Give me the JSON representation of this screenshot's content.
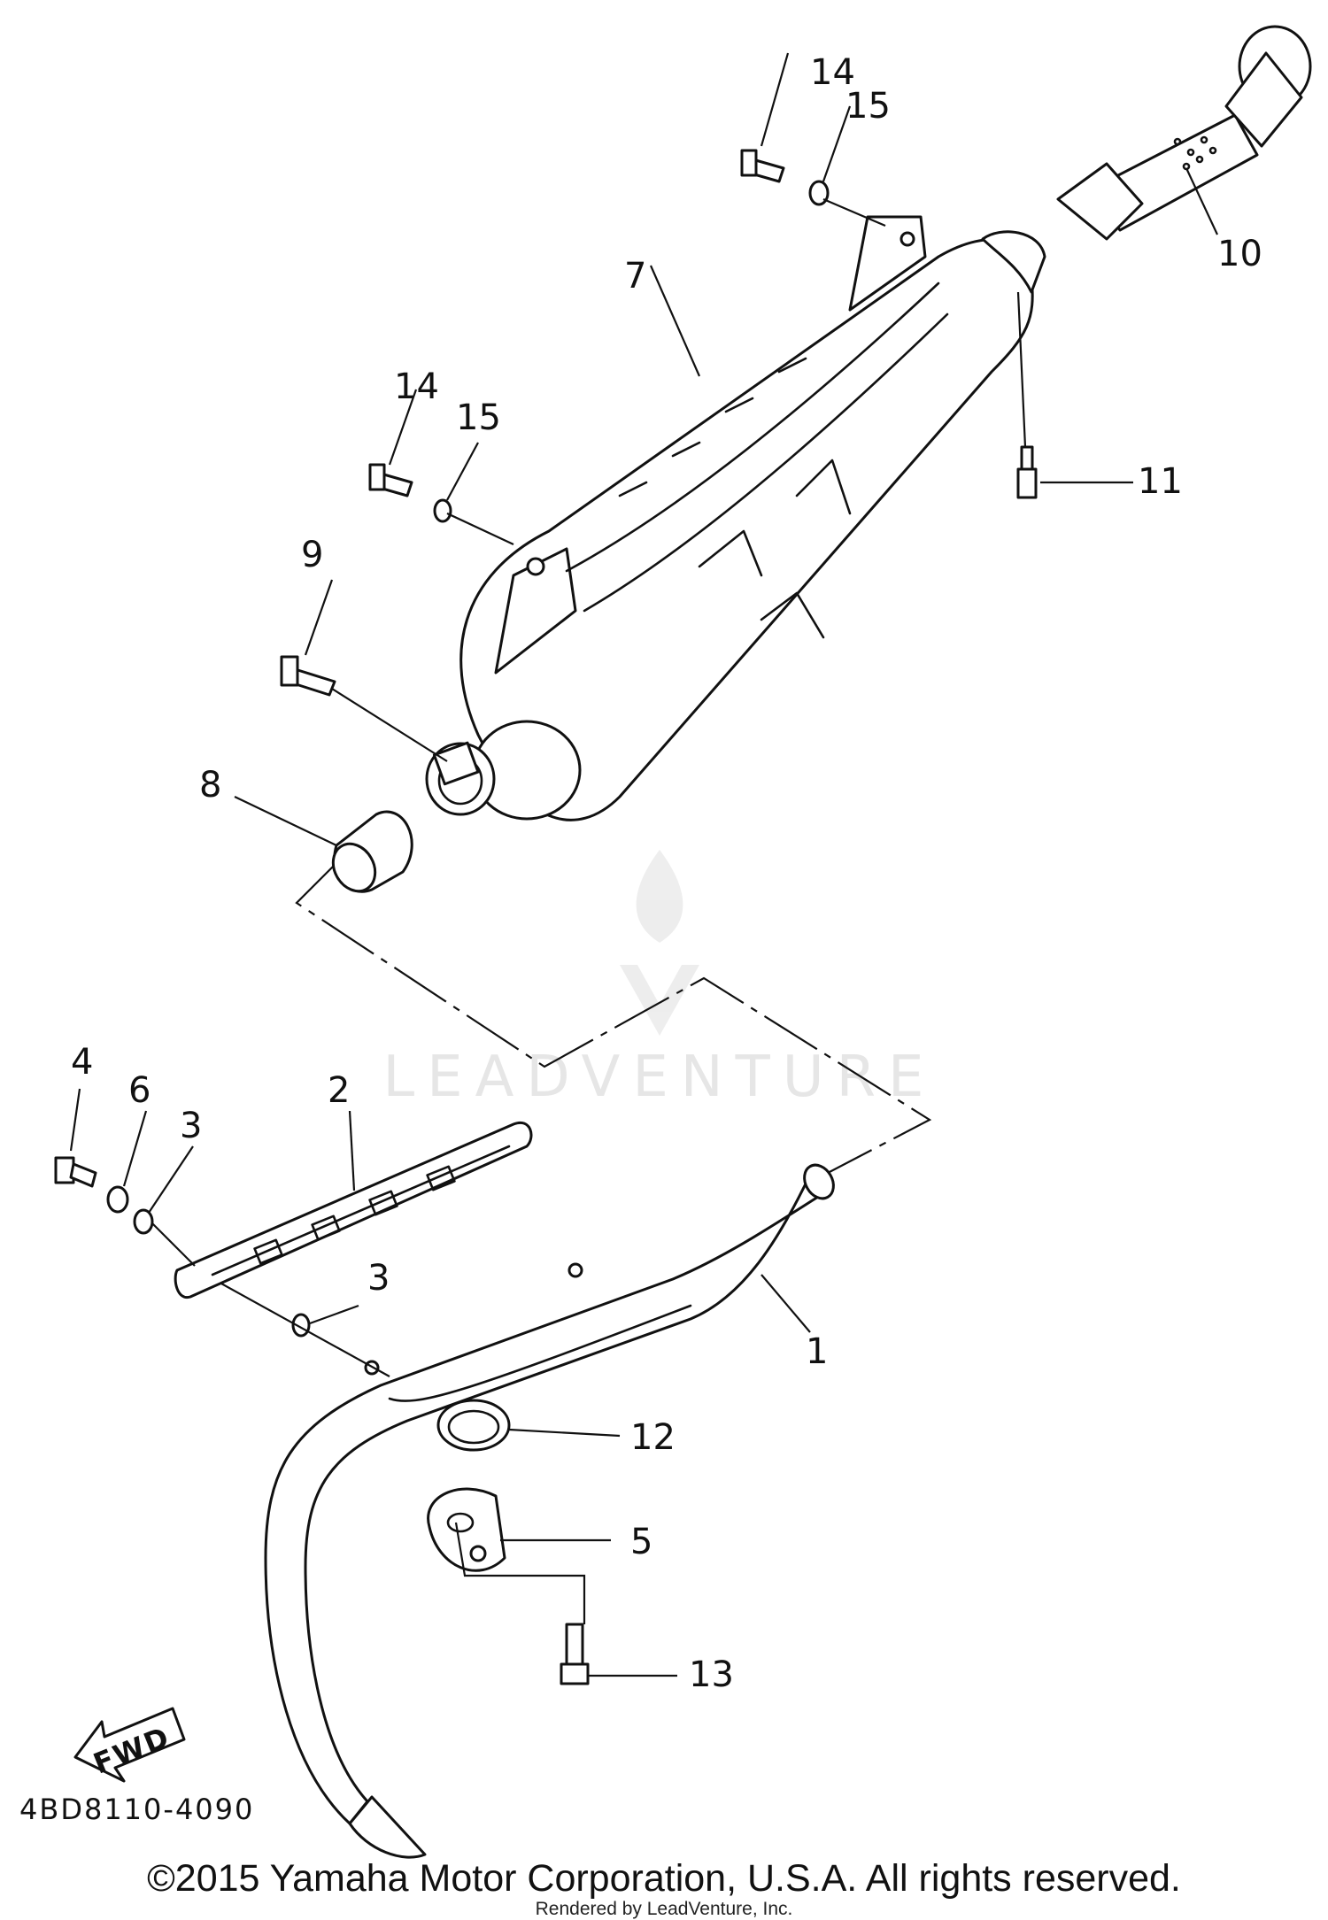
{
  "diagram": {
    "callouts": {
      "c1": "1",
      "c2": "2",
      "c3a": "3",
      "c3b": "3",
      "c4": "4",
      "c5": "5",
      "c6": "6",
      "c7": "7",
      "c8": "8",
      "c9": "9",
      "c10": "10",
      "c11": "11",
      "c12": "12",
      "c13": "13",
      "c14a": "14",
      "c14b": "14",
      "c15a": "15",
      "c15b": "15"
    },
    "diagram_code": "4BD8110-4090",
    "fwd_label": "FWD",
    "watermark": "LEADVENTURE"
  },
  "footer": {
    "copyright": "©2015 Yamaha Motor Corporation, U.S.A. All rights reserved.",
    "rendered_by": "Rendered by LeadVenture, Inc."
  }
}
